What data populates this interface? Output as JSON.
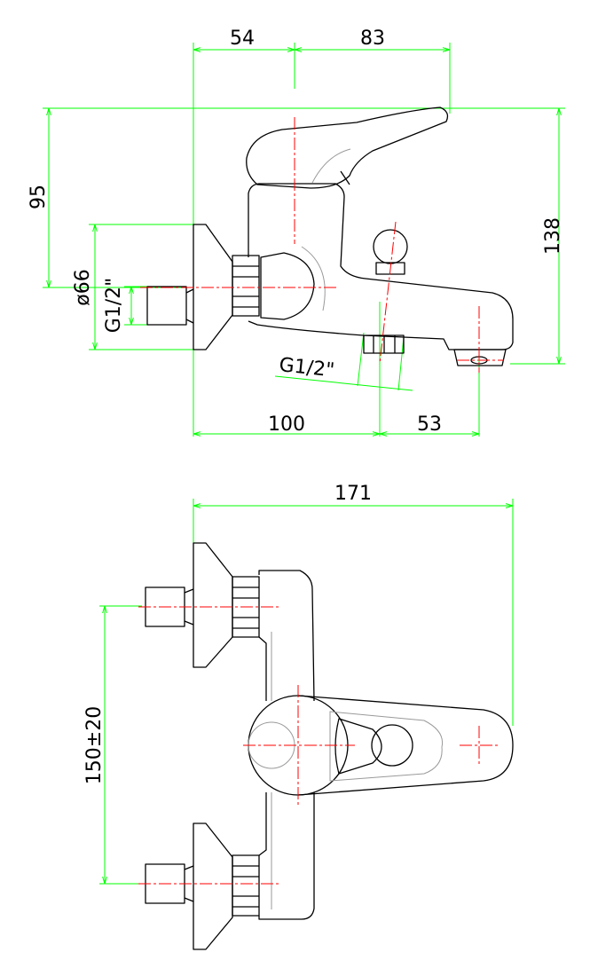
{
  "colors": {
    "dimension": "#00ff00",
    "centerline": "#ff0000",
    "outline": "#000000",
    "hidden": "#9a9a9a",
    "background": "#ffffff"
  },
  "side_view": {
    "dims": {
      "top_left": "54",
      "top_right": "83",
      "left_height": "95",
      "right_height": "138",
      "flange_diameter": "ø66",
      "inlet_thread": "G1/2\"",
      "outlet_thread": "G1/2\"",
      "bottom_left": "100",
      "bottom_right": "53"
    }
  },
  "top_view": {
    "dims": {
      "width": "171",
      "center_distance": "150±20"
    }
  }
}
